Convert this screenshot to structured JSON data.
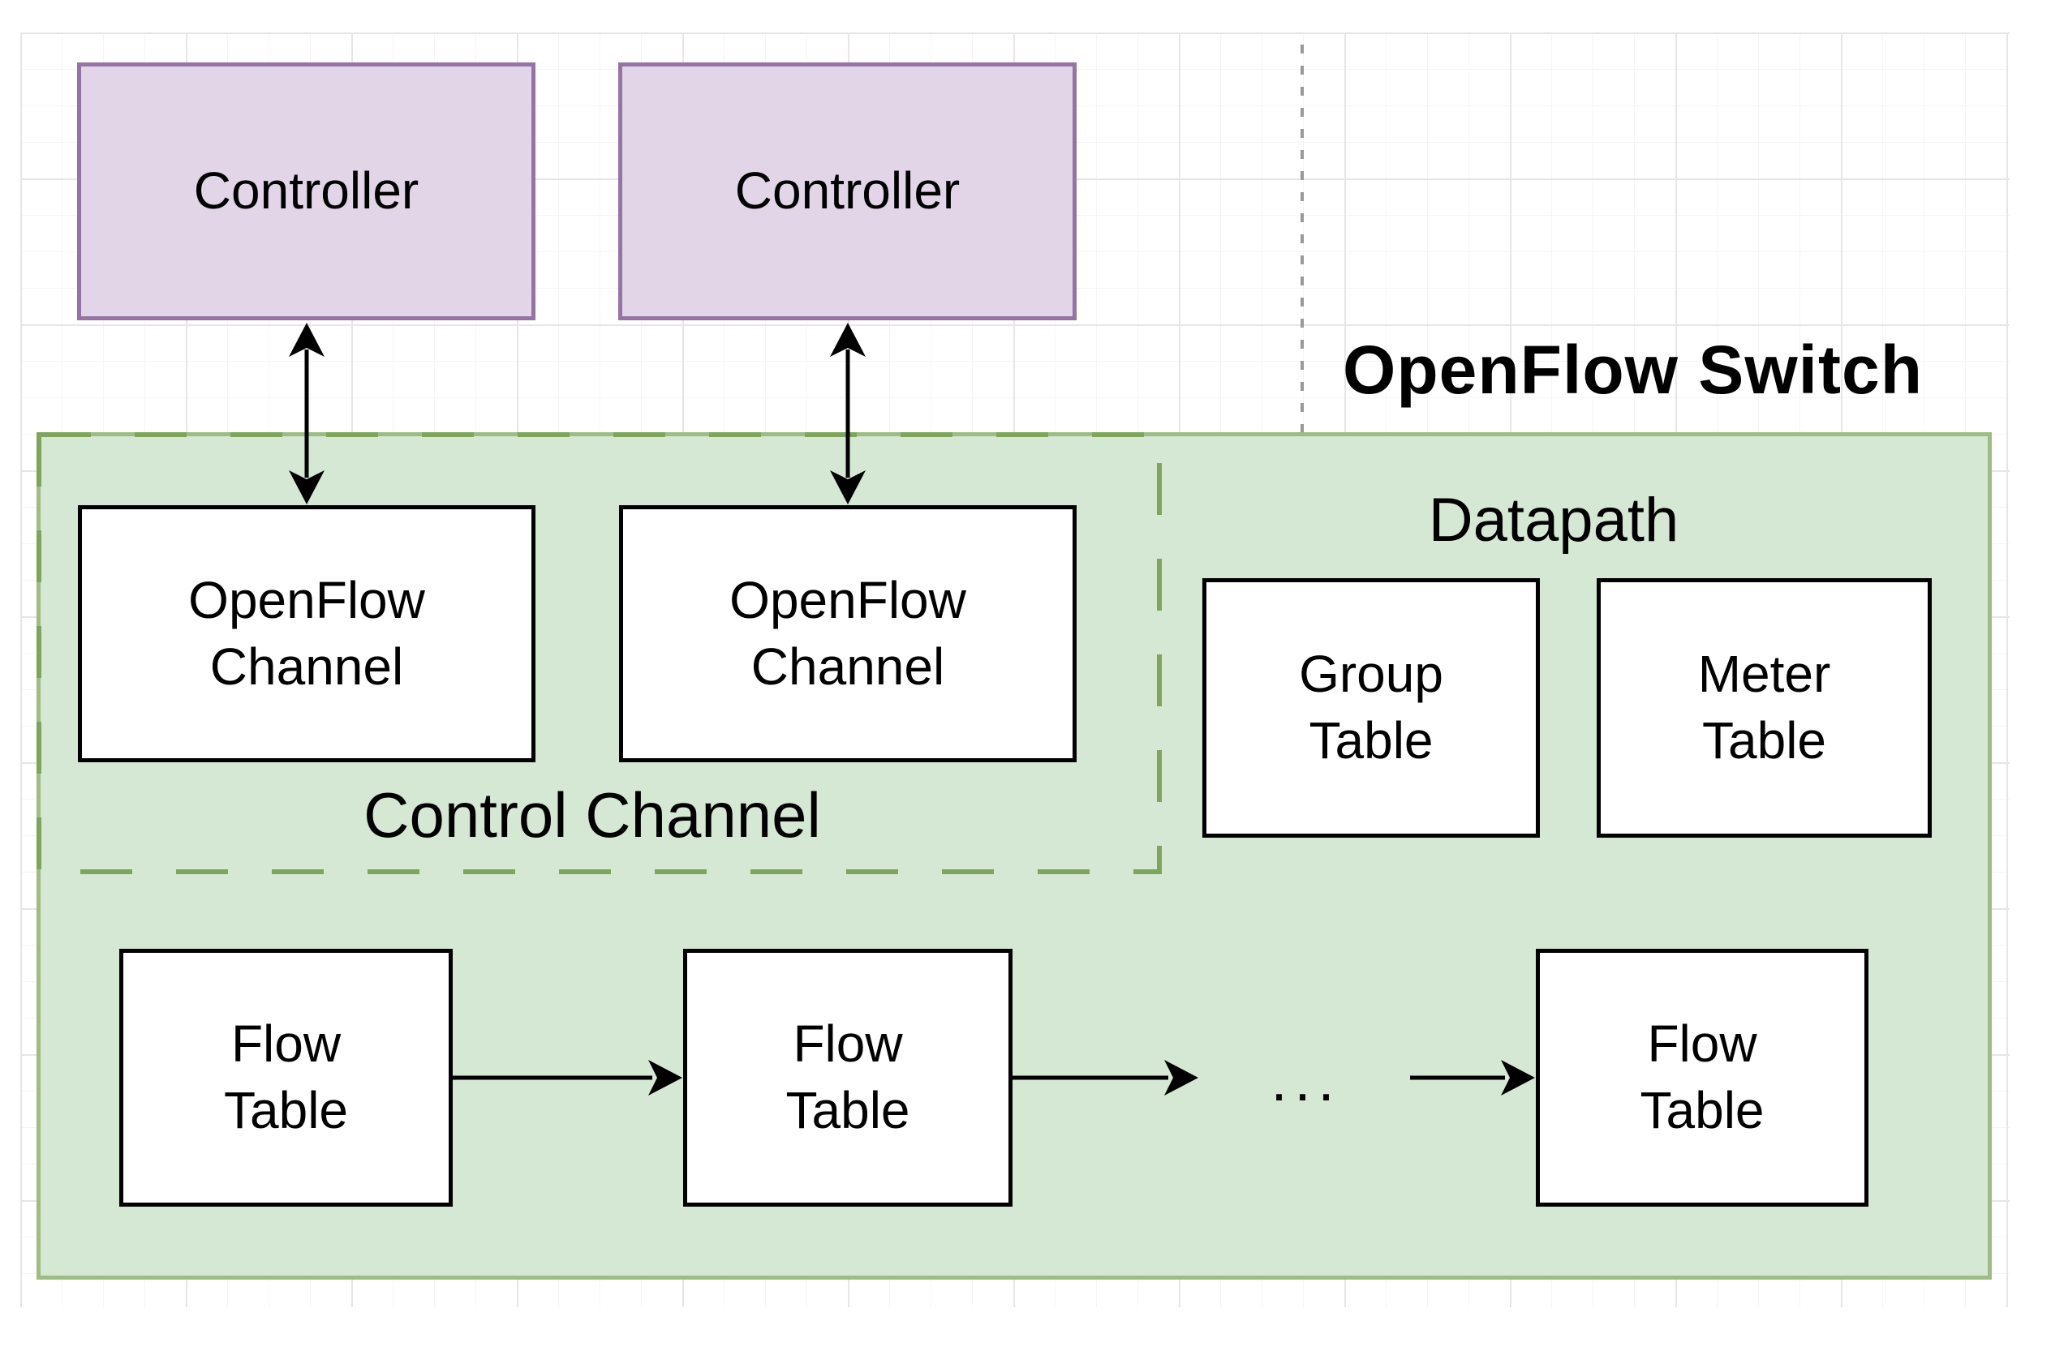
{
  "diagram": {
    "title": "OpenFlow Switch",
    "region_labels": {
      "datapath": "Datapath",
      "control_channel": "Control Channel"
    },
    "nodes": {
      "controller_1": "Controller",
      "controller_2": "Controller",
      "openflow_channel_1": "OpenFlow\nChannel",
      "openflow_channel_2": "OpenFlow\nChannel",
      "group_table": "Group\nTable",
      "meter_table": "Meter\nTable",
      "flow_table_1": "Flow\nTable",
      "flow_table_2": "Flow\nTable",
      "flow_table_3": "Flow\nTable"
    },
    "ellipsis": "..."
  },
  "colors": {
    "purple_fill": "#e1d5e7",
    "purple_border": "#9673a6",
    "green_fill": "#d5e8d4",
    "green_border": "#9dbd82",
    "green_dash": "#7da65a",
    "node_fill": "#ffffff",
    "shape_line": "#000000",
    "arrow_color": "#000000",
    "gray_dash": "#999999",
    "grid_minor": "#f5f5f5",
    "grid_major": "#e6e6e6",
    "text_color": "#000000"
  }
}
